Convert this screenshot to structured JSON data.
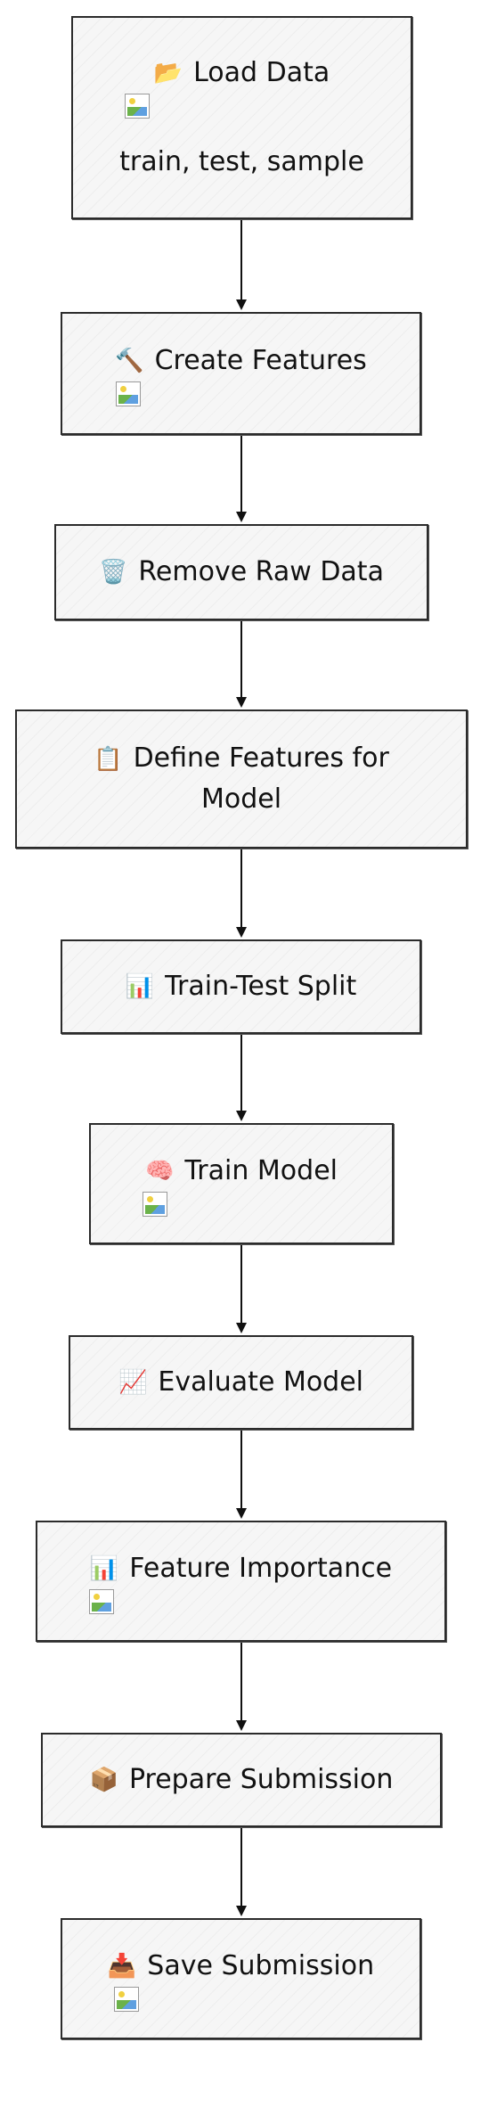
{
  "nodes": [
    {
      "id": "load-data",
      "icon": "📂",
      "label": "Load Data",
      "sub": "train, test, sample",
      "image": true
    },
    {
      "id": "create-features",
      "icon": "🔨",
      "label": "Create Features",
      "image": true
    },
    {
      "id": "remove-raw-data",
      "icon": "🗑️",
      "label": "Remove Raw Data",
      "image": false
    },
    {
      "id": "define-features",
      "icon": "📋",
      "label": "Define Features for Model",
      "image": false
    },
    {
      "id": "train-test-split",
      "icon": "📊",
      "label": "Train-Test Split",
      "image": false
    },
    {
      "id": "train-model",
      "icon": "🧠",
      "label": "Train Model",
      "image": true
    },
    {
      "id": "evaluate-model",
      "icon": "📈",
      "label": "Evaluate Model",
      "image": false
    },
    {
      "id": "feature-importance",
      "icon": "📊",
      "label": "Feature Importance",
      "image": true
    },
    {
      "id": "prepare-submission",
      "icon": "📦",
      "label": "Prepare Submission",
      "image": false
    },
    {
      "id": "save-submission",
      "icon": "📥",
      "label": "Save Submission",
      "image": true
    }
  ]
}
